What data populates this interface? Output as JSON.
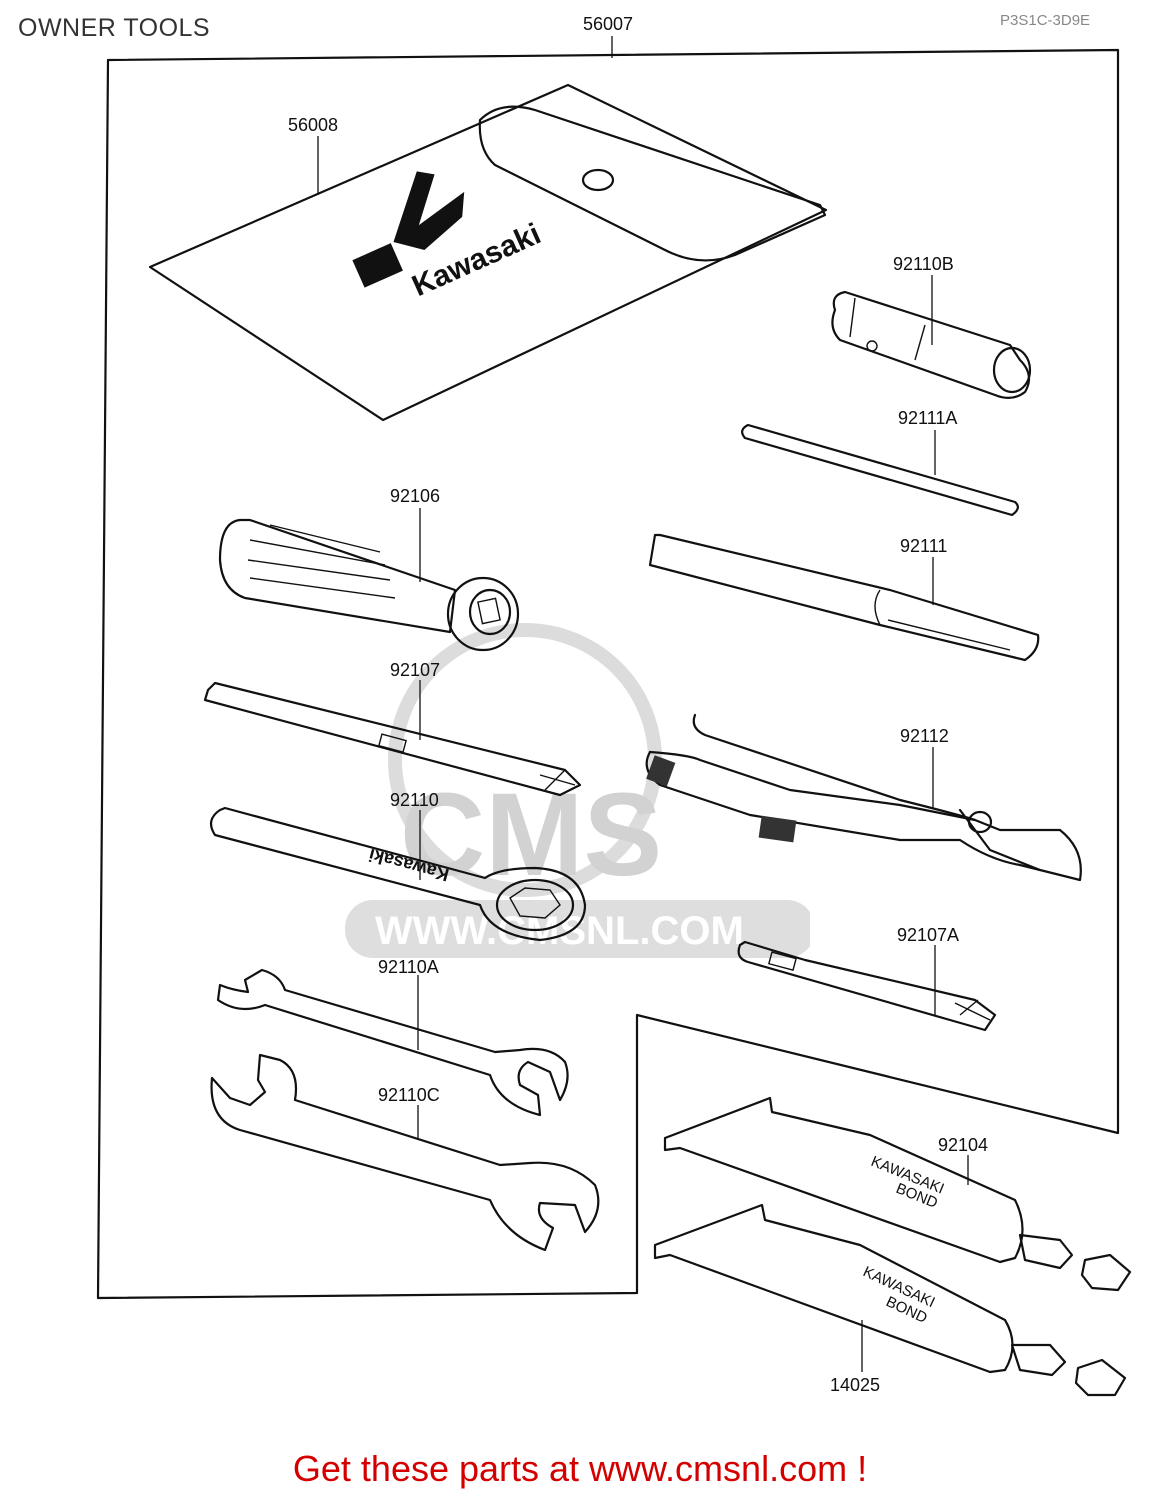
{
  "header": {
    "title": "OWNER TOOLS",
    "ref_code": "P3S1C-3D9E"
  },
  "callouts": [
    {
      "id": "56007"
    },
    {
      "id": "56008"
    },
    {
      "id": "92110B"
    },
    {
      "id": "92111A"
    },
    {
      "id": "92106"
    },
    {
      "id": "92111"
    },
    {
      "id": "92107"
    },
    {
      "id": "92112"
    },
    {
      "id": "92110"
    },
    {
      "id": "92107A"
    },
    {
      "id": "92110A"
    },
    {
      "id": "92110C"
    },
    {
      "id": "92104"
    },
    {
      "id": "14025"
    }
  ],
  "labels": {
    "bag_logo": "Kawasaki",
    "wrench_marking": "Kawasaki",
    "tube_1_brand": "KAWASAKI",
    "tube_1_name": "BOND",
    "tube_2_brand": "KAWASAKI",
    "tube_2_name": "BOND"
  },
  "watermark": {
    "brand": "CMS",
    "url": "WWW.CMSNL.COM"
  },
  "footer": {
    "text": "Get these parts at www.cmsnl.com !"
  },
  "colors": {
    "footer_text": "#d40000",
    "line": "#111111",
    "watermark": "#d8d8d8"
  }
}
